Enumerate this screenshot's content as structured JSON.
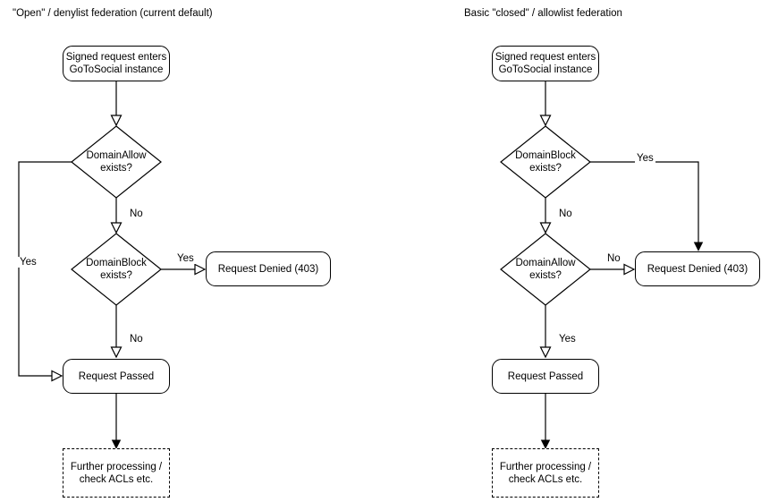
{
  "diagrams": [
    {
      "id": "open-denylist",
      "title": "\"Open\" / denylist federation (current default)",
      "nodes": {
        "entry": "Signed request enters\nGoToSocial instance",
        "decision1": "DomainAllow\nexists?",
        "decision2": "DomainBlock\nexists?",
        "denied": "Request Denied (403)",
        "passed": "Request Passed",
        "further": "Further processing /\ncheck ACLs etc."
      },
      "edge_labels": {
        "allow_yes": "Yes",
        "allow_no": "No",
        "block_yes": "Yes",
        "block_no": "No"
      }
    },
    {
      "id": "closed-allowlist",
      "title": "Basic \"closed\" / allowlist federation",
      "nodes": {
        "entry": "Signed request enters\nGoToSocial instance",
        "decision1": "DomainBlock\nexists?",
        "decision2": "DomainAllow\nexists?",
        "denied": "Request Denied (403)",
        "passed": "Request Passed",
        "further": "Further processing /\ncheck ACLs etc."
      },
      "edge_labels": {
        "block_yes": "Yes",
        "block_no": "No",
        "allow_no": "No",
        "allow_yes": "Yes"
      }
    }
  ],
  "colors": {
    "stroke": "#000000",
    "background": "#ffffff",
    "text": "#000000"
  }
}
